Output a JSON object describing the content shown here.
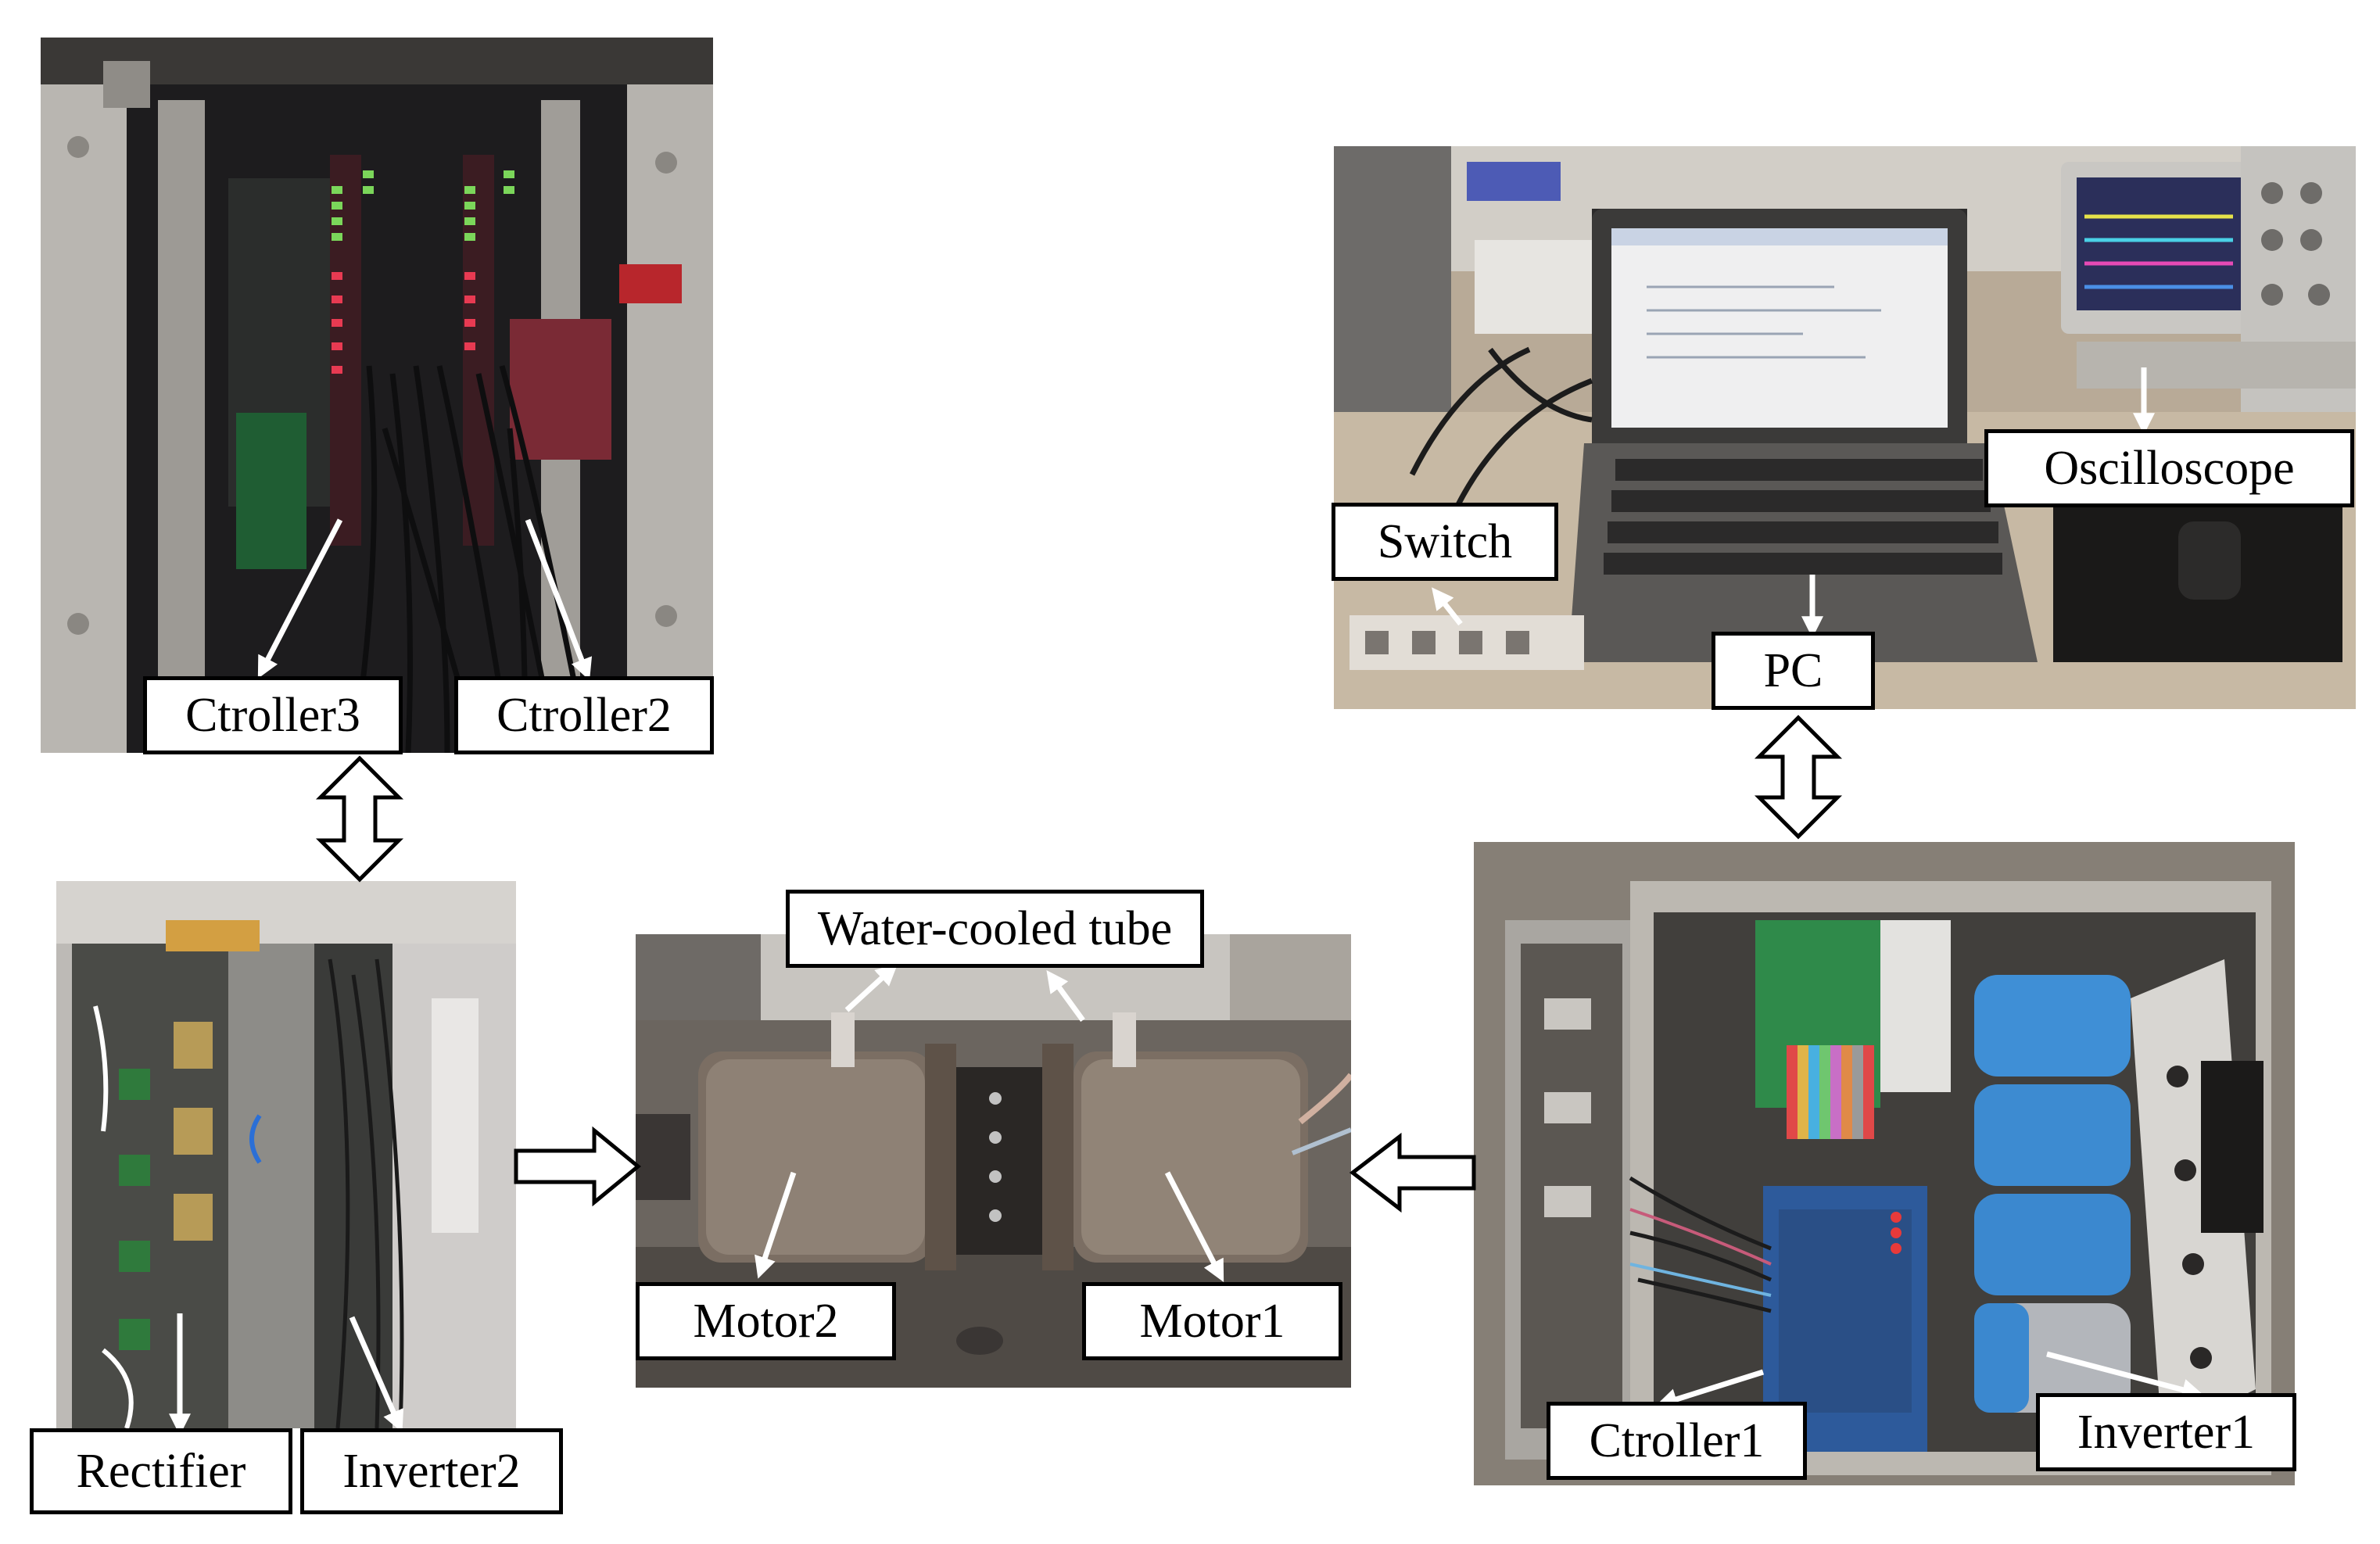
{
  "labels": {
    "ctroller3": "Ctroller3",
    "ctroller2": "Ctroller2",
    "switch": "Switch",
    "oscilloscope": "Oscilloscope",
    "pc": "PC",
    "water_cooled_tube": "Water-cooled tube",
    "motor2": "Motor2",
    "motor1": "Motor1",
    "rectifier": "Rectifier",
    "inverter2": "Inverter2",
    "ctroller1": "Ctroller1",
    "inverter1": "Inverter1"
  },
  "colors": {
    "label_border": "#000000",
    "pointer_arrow": "#ffffff",
    "link_arrow_stroke": "#000000",
    "link_arrow_fill": "#ffffff"
  }
}
